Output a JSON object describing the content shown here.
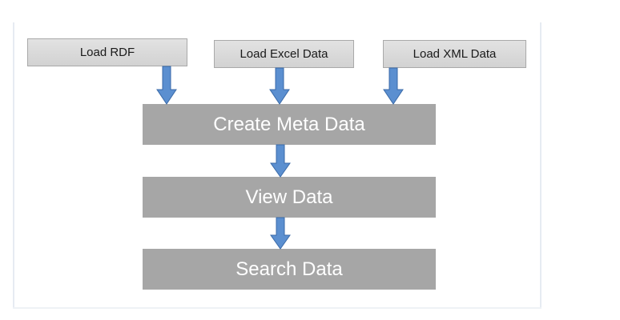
{
  "diagram": {
    "sources": [
      {
        "id": "rdf",
        "label": "Load RDF"
      },
      {
        "id": "excel",
        "label": "Load Excel Data"
      },
      {
        "id": "xml",
        "label": "Load XML Data"
      }
    ],
    "steps": [
      {
        "id": "meta",
        "label": "Create Meta Data"
      },
      {
        "id": "view",
        "label": "View Data"
      },
      {
        "id": "search",
        "label": "Search Data"
      }
    ]
  },
  "colors": {
    "arrow_fill": "#5b8fd0",
    "arrow_stroke": "#3a6aa8",
    "step_fill": "#a6a6a6",
    "source_fill": "#d9d9d9"
  }
}
